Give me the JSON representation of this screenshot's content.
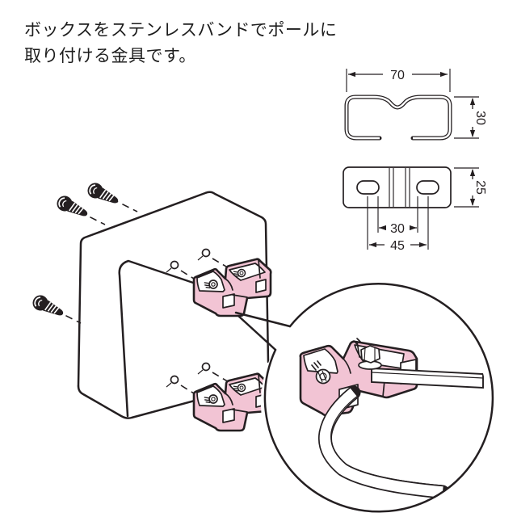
{
  "description": {
    "line1": "ボックスをステンレスバンドでポールに",
    "line2": "取り付ける金具です。"
  },
  "dimension_drawings": {
    "profile": {
      "width_label": "70",
      "height_label": "30"
    },
    "plate": {
      "height_label": "25",
      "inner_span_label": "30",
      "outer_span_label": "45"
    }
  },
  "colors": {
    "bracket_pink": "#f2c4d4",
    "outline": "#241f21",
    "background": "#ffffff"
  }
}
